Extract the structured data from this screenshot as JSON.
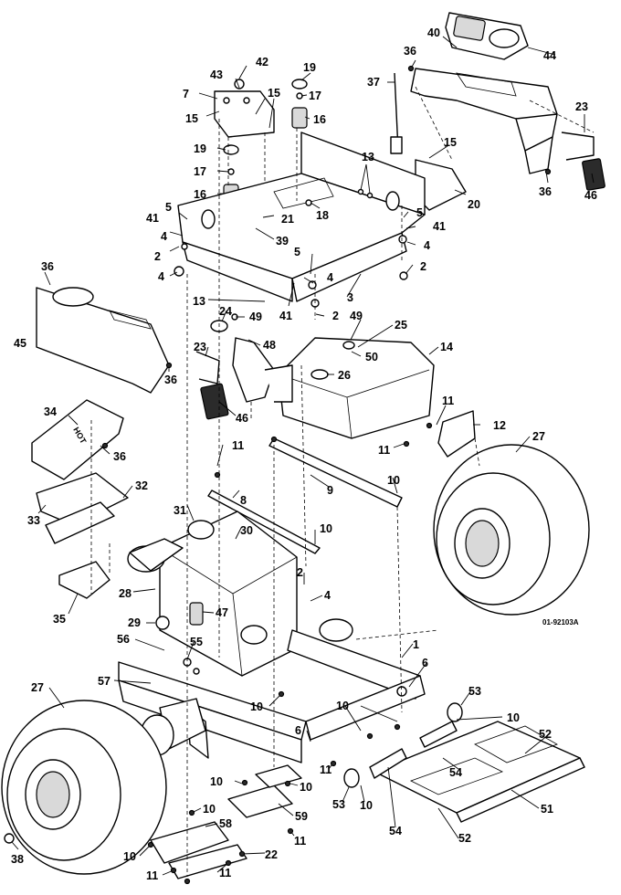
{
  "drawing_code": "01-92103A",
  "decal_text": "HOT",
  "callouts": {
    "c1": "1",
    "c2": "2",
    "c3": "3",
    "c4": "4",
    "c5": "5",
    "c6": "6",
    "c7": "7",
    "c8": "8",
    "c9": "9",
    "c10": "10",
    "c11": "11",
    "c12": "12",
    "c13": "13",
    "c14": "14",
    "c15": "15",
    "c16": "16",
    "c17": "17",
    "c18": "18",
    "c19": "19",
    "c20": "20",
    "c21": "21",
    "c22": "22",
    "c23": "23",
    "c24": "24",
    "c25": "25",
    "c26": "26",
    "c27": "27",
    "c28": "28",
    "c29": "29",
    "c30": "30",
    "c31": "31",
    "c32": "32",
    "c33": "33",
    "c34": "34",
    "c35": "35",
    "c36": "36",
    "c37": "37",
    "c38": "38",
    "c39": "39",
    "c40": "40",
    "c41": "41",
    "c42": "42",
    "c43": "43",
    "c44": "44",
    "c45": "45",
    "c46": "46",
    "c47": "47",
    "c48": "48",
    "c49": "49",
    "c50": "50",
    "c51": "51",
    "c52": "52",
    "c53": "53",
    "c54": "54",
    "c55": "55",
    "c56": "56",
    "c57": "57",
    "c58": "58",
    "c59": "59"
  }
}
